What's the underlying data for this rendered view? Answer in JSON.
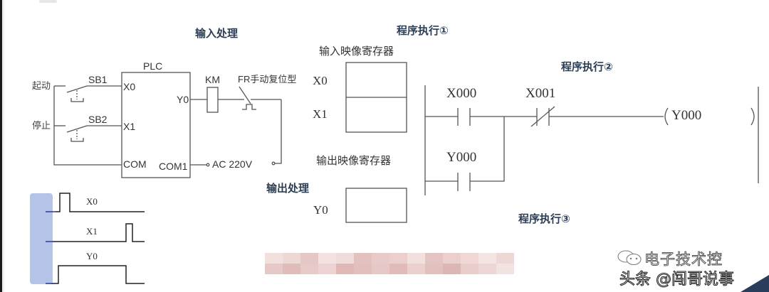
{
  "headings": {
    "input_processing": "输入处理",
    "program_exec_1": "程序执行①",
    "program_exec_2": "程序执行②",
    "program_exec_3": "程序执行③",
    "output_processing": "输出处理"
  },
  "wiring": {
    "plc_label": "PLC",
    "start_label": "起动",
    "stop_label": "停止",
    "sb1": "SB1",
    "sb2": "SB2",
    "x0": "X0",
    "x1": "X1",
    "com": "COM",
    "com1": "COM1",
    "y0": "Y0",
    "km": "KM",
    "fr": "FR手动复位型",
    "ac": "AC 220V"
  },
  "image_registers": {
    "input_title": "输入映像寄存器",
    "input_rows": [
      "X0",
      "X1"
    ],
    "output_title": "输出映像寄存器",
    "output_rows": [
      "Y0"
    ]
  },
  "ladder": {
    "contact_1": "X000",
    "contact_2": "X001",
    "contact_seal": "Y000",
    "coil": "Y000"
  },
  "timing": {
    "signals": [
      "X0",
      "X1",
      "Y0"
    ],
    "bar_color": "#b5c4e6"
  },
  "watermark": {
    "line1": "电子技术控",
    "line2": "头条 @闯哥说事"
  },
  "colors": {
    "heading": "#2c3e55",
    "line": "#555555",
    "corner": "#2a3e5c"
  }
}
